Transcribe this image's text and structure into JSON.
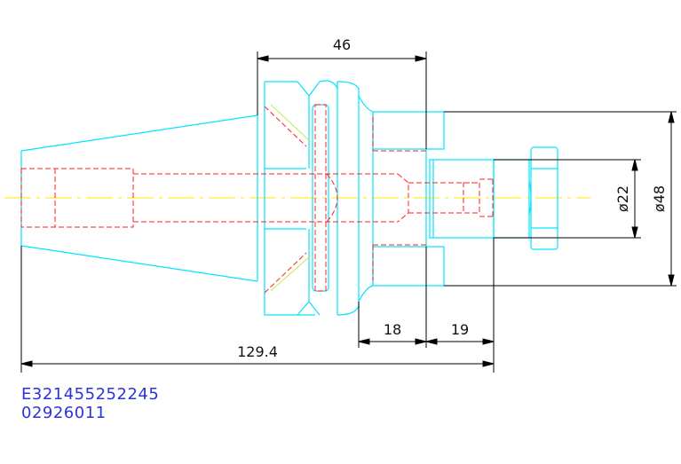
{
  "drawing": {
    "dimensions": {
      "flange_width": "46",
      "overall_length": "129.4",
      "collar_length": "18",
      "nose_length": "19",
      "dia_small": "ø22",
      "dia_large": "ø48"
    },
    "codes": {
      "part_number": "E321455252245",
      "item_code": "02926011"
    }
  },
  "colors": {
    "outline": "#00e5ff",
    "hidden": "#ff2020",
    "centerline": "#ffe800",
    "dimension": "#000000",
    "text_codes": "#2b34d9"
  }
}
